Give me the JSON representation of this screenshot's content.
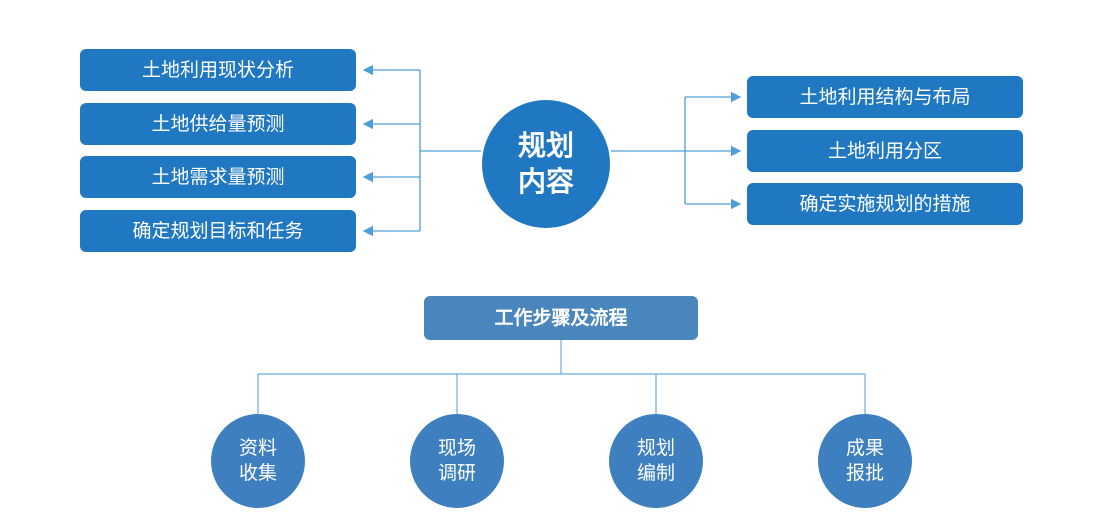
{
  "diagram": {
    "center": {
      "line1": "规划",
      "line2": "内容"
    },
    "left_items": [
      "土地利用现状分析",
      "土地供给量预测",
      "土地需求量预测",
      "确定规划目标和任务"
    ],
    "right_items": [
      "土地利用结构与布局",
      "土地利用分区",
      "确定实施规划的措施"
    ],
    "workflow_title": "工作步骤及流程",
    "steps": [
      {
        "line1": "资料",
        "line2": "收集"
      },
      {
        "line1": "现场",
        "line2": "调研"
      },
      {
        "line1": "规划",
        "line2": "编制"
      },
      {
        "line1": "成果",
        "line2": "报批"
      }
    ]
  },
  "colors": {
    "box_fill": "#1f78c1",
    "title_fill": "#4a86be",
    "step_fill": "#3d7fbf",
    "line": "#4d9fd6",
    "text": "#ffffff"
  }
}
